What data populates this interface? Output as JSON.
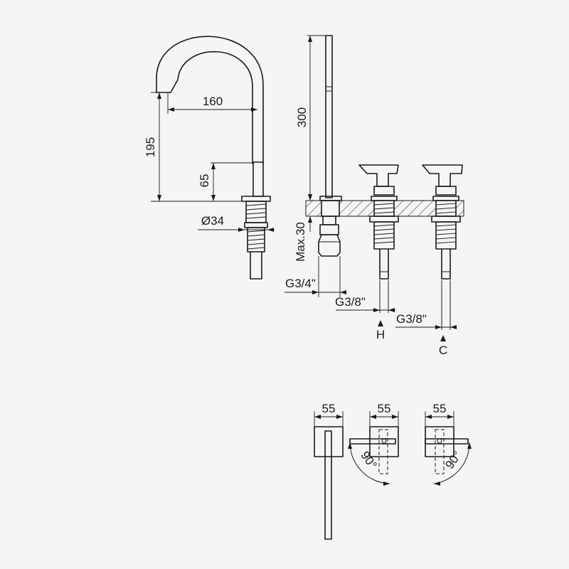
{
  "labels": {
    "spout_reach": "160",
    "spout_height": "195",
    "spout_clearance": "65",
    "base_diameter": "Ø34",
    "spout_length": "300",
    "max_deck": "Max.30",
    "spout_thread": "G3/4\"",
    "hot_thread": "G3/8\"",
    "cold_thread": "G3/8\"",
    "hot_mark": "H",
    "cold_mark": "C",
    "plan_width_1": "55",
    "plan_width_2": "55",
    "plan_width_3": "55",
    "rotation_hot": "90°",
    "rotation_cold": "90°"
  }
}
